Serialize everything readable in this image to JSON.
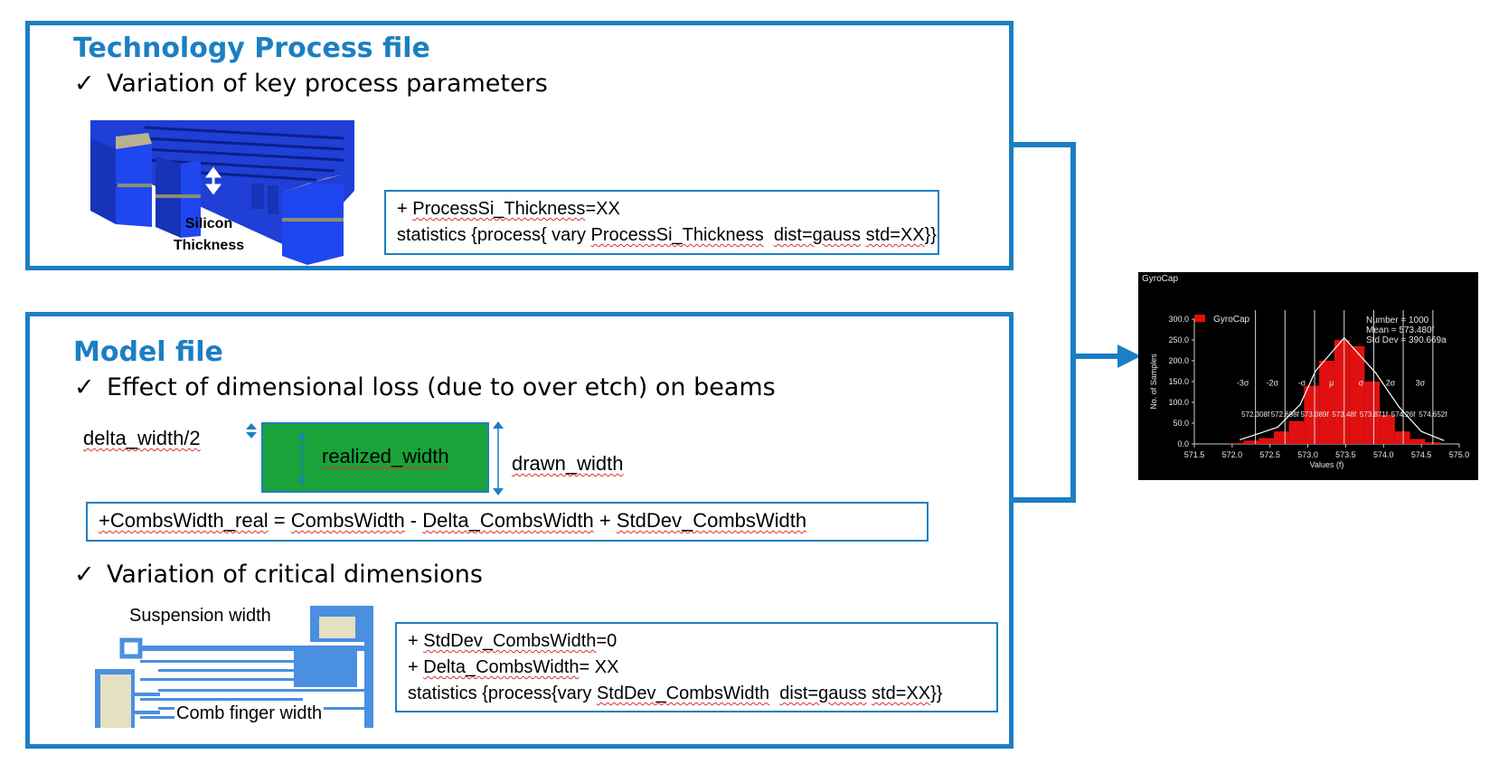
{
  "process_panel": {
    "title": "Technology Process file",
    "bullet": "Variation of key process parameters",
    "image_label_line1": "Silicon",
    "image_label_line2": "Thickness",
    "code": {
      "line1_prefix": "+ ",
      "line1_param": "ProcessSi_Thickness",
      "line1_suffix": "=XX",
      "line2_a": "statistics {process{ vary ",
      "line2_param": "ProcessSi_Thickness",
      "line2_b": "  ",
      "line2_dist": "dist=gauss",
      "line2_c": " ",
      "line2_std": "std=XX",
      "line2_d": "}}"
    }
  },
  "model_panel": {
    "title": "Model file",
    "bullet1": "Effect of dimensional loss (due to over etch) on beams",
    "delta_label": "delta_width/2",
    "realized_label": "realized_width",
    "drawn_label": "drawn_width",
    "formula": {
      "a": "+CombsWidth_real",
      "b": " = ",
      "c": "CombsWidth",
      "d": " - ",
      "e": "Delta_CombsWidth",
      "f": " + ",
      "g": "StdDev_CombsWidth"
    },
    "bullet2": "Variation of critical dimensions",
    "suspension_label": "Suspension width",
    "comb_label": "Comb finger width",
    "code": {
      "line1_prefix": "+ ",
      "line1_param": "StdDev_CombsWidth",
      "line1_suffix": "=0",
      "line2_prefix": "+ ",
      "line2_param": "Delta_CombsWidth",
      "line2_suffix": "= XX",
      "line3_a": "statistics {process{vary ",
      "line3_param": "StdDev_CombsWidth",
      "line3_b": "  ",
      "line3_dist": "dist=gauss",
      "line3_c": " ",
      "line3_std": "std=XX",
      "line3_d": "}}"
    }
  },
  "check_mark": "✓",
  "chart_data": {
    "type": "bar",
    "title": "GyroCap",
    "legend": "GyroCap",
    "legend_position": "top-left",
    "xlabel": "Values (f)",
    "ylabel": "No. of Samples",
    "xlim": [
      571.5,
      575.0
    ],
    "ylim": [
      0,
      300
    ],
    "x_ticks": [
      "571.5",
      "572.0",
      "572.5",
      "573.0",
      "573.5",
      "574.0",
      "574.5",
      "575.0"
    ],
    "y_ticks": [
      "0.0",
      "50.0",
      "100.0",
      "150.0",
      "200.0",
      "250.0",
      "300.0"
    ],
    "stats": [
      "Number = 1000",
      "Mean = 573.480f",
      "Std Dev = 390.669a"
    ],
    "sigma_labels": [
      "-3σ",
      "-2σ",
      "-σ",
      "μ",
      "σ",
      "2σ",
      "3σ"
    ],
    "sigma_values": [
      "572.308f",
      "572.698f",
      "573.089f",
      "573.48f",
      "573.871f",
      "574.26f",
      "574.652f"
    ],
    "sigma_x": [
      572.308,
      572.698,
      573.089,
      573.48,
      573.871,
      574.26,
      574.652
    ],
    "bin_centers": [
      572.05,
      572.25,
      572.45,
      572.65,
      572.85,
      573.05,
      573.25,
      573.45,
      573.65,
      573.85,
      574.05,
      574.25,
      574.45,
      574.65
    ],
    "values": [
      2,
      8,
      14,
      30,
      55,
      140,
      200,
      250,
      235,
      150,
      70,
      30,
      12,
      4
    ],
    "curve": [
      [
        572.1,
        10
      ],
      [
        572.6,
        40
      ],
      [
        572.9,
        95
      ],
      [
        573.1,
        175
      ],
      [
        573.48,
        255
      ],
      [
        573.9,
        170
      ],
      [
        574.2,
        90
      ],
      [
        574.5,
        30
      ],
      [
        574.8,
        8
      ]
    ],
    "colors": {
      "bar": "#e01010",
      "background": "#000000",
      "text": "#e6e6e6"
    }
  },
  "colors": {
    "accent": "#1b7fc4",
    "green": "#1aa33a",
    "wavy": "#d93030"
  }
}
